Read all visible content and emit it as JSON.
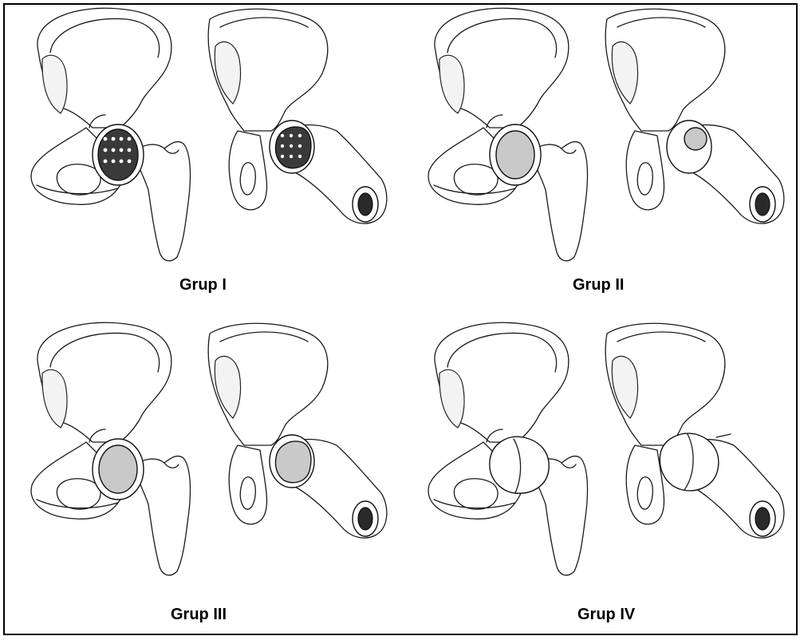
{
  "panels": [
    {
      "id": "group-1",
      "caption": "Grup I",
      "head_fill": "cancellous"
    },
    {
      "id": "group-2",
      "caption": "Grup II",
      "head_fill": "partial-graft"
    },
    {
      "id": "group-3",
      "caption": "Grup III",
      "head_fill": "full-graft"
    },
    {
      "id": "group-4",
      "caption": "Grup IV",
      "head_fill": "prosthesis"
    }
  ],
  "colors": {
    "line": "#1a1a1a",
    "graft": "#c9c9c9",
    "cancellous": "#3a3a3a",
    "border": "#000000"
  }
}
